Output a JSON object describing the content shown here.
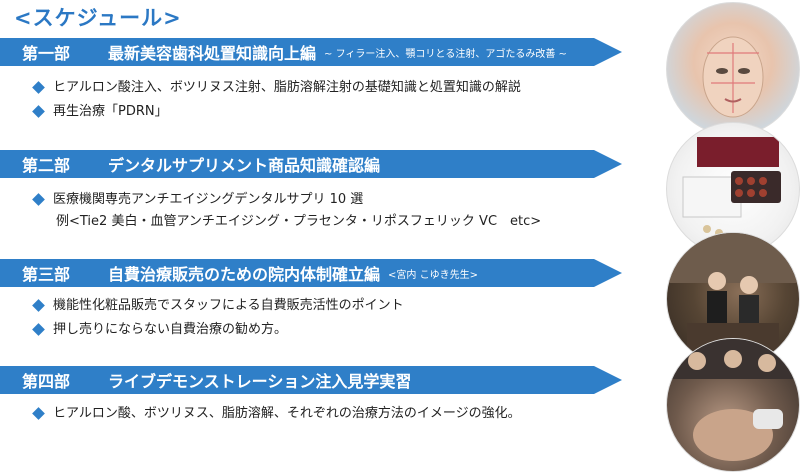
{
  "heading": "<スケジュール>",
  "sections": [
    {
      "part": "第一部",
      "name": "最新美容歯科処置知識向上編",
      "sub": "~ フィラー注入、顎コリとる注射、アゴたるみ改善 ~",
      "items": [
        "ヒアルロン酸注入、ボツリヌス注射、脂肪溶解注射の基礎知識と処置知識の解説",
        "再生治療「PDRN」"
      ]
    },
    {
      "part": "第二部",
      "name": "デンタルサプリメント商品知識確認編",
      "sub": "",
      "items": [
        "医療機関専売アンチエイジングデンタルサプリ 10 選"
      ],
      "continuation": "例<Tie2 美白・血管アンチエイジング・プラセンタ・リポスフェリック VC　etc>"
    },
    {
      "part": "第三部",
      "name": "自費治療販売のための院内体制確立編",
      "sub": "<宮内 こゆき先生>",
      "items": [
        "機能性化粧品販売でスタッフによる自費販売活性のポイント",
        "押し売りにならない自費治療の勧め方。"
      ]
    },
    {
      "part": "第四部",
      "name": "ライブデモンストレーション注入見学実習",
      "sub": "",
      "items": [
        "ヒアルロン酸、ボツリヌス、脂肪溶解、それぞれの治療方法のイメージの強化。"
      ]
    }
  ],
  "colors": {
    "accent": "#2f7fc8",
    "title": "#2b78c4"
  }
}
